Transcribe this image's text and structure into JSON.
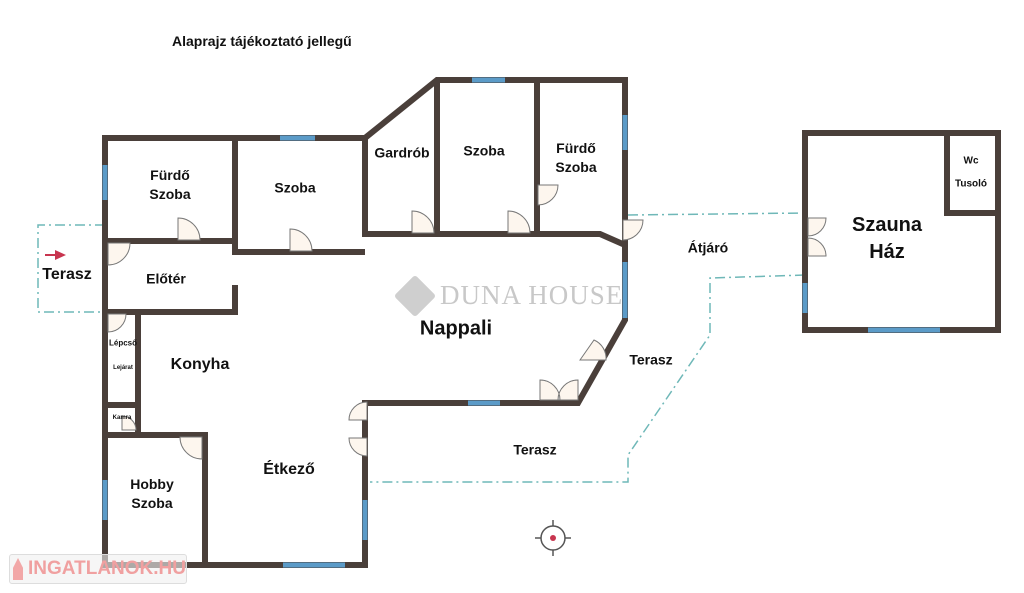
{
  "title": "Alaprajz tájékoztató jellegű",
  "watermark": "DUNA HOUSE",
  "footer_watermark": "INGATLANOK.HU",
  "colors": {
    "wall": "#4a3f3a",
    "window": "#5b9bc8",
    "terrace_line": "#6fb8b8",
    "arrow": "#c8354f"
  },
  "rooms": {
    "furdo1_a": "Fürdő",
    "furdo1_b": "Szoba",
    "szoba1": "Szoba",
    "gardrob": "Gardrób",
    "szoba2": "Szoba",
    "furdo2_a": "Fürdő",
    "furdo2_b": "Szoba",
    "terasz_left": "Terasz",
    "eloter": "Előtér",
    "nappali": "Nappali",
    "lepcso": "Lépcső",
    "lejarat": "Lejárat",
    "konyha": "Konyha",
    "kamra": "Kamra",
    "hobby_a": "Hobby",
    "hobby_b": "Szoba",
    "etkezo": "Étkező",
    "terasz_right": "Terasz",
    "terasz_bottom": "Terasz",
    "atjaro": "Átjáró",
    "szauna_a": "Szauna",
    "szauna_b": "Ház",
    "wc": "Wc",
    "tusolo": "Tusoló"
  }
}
